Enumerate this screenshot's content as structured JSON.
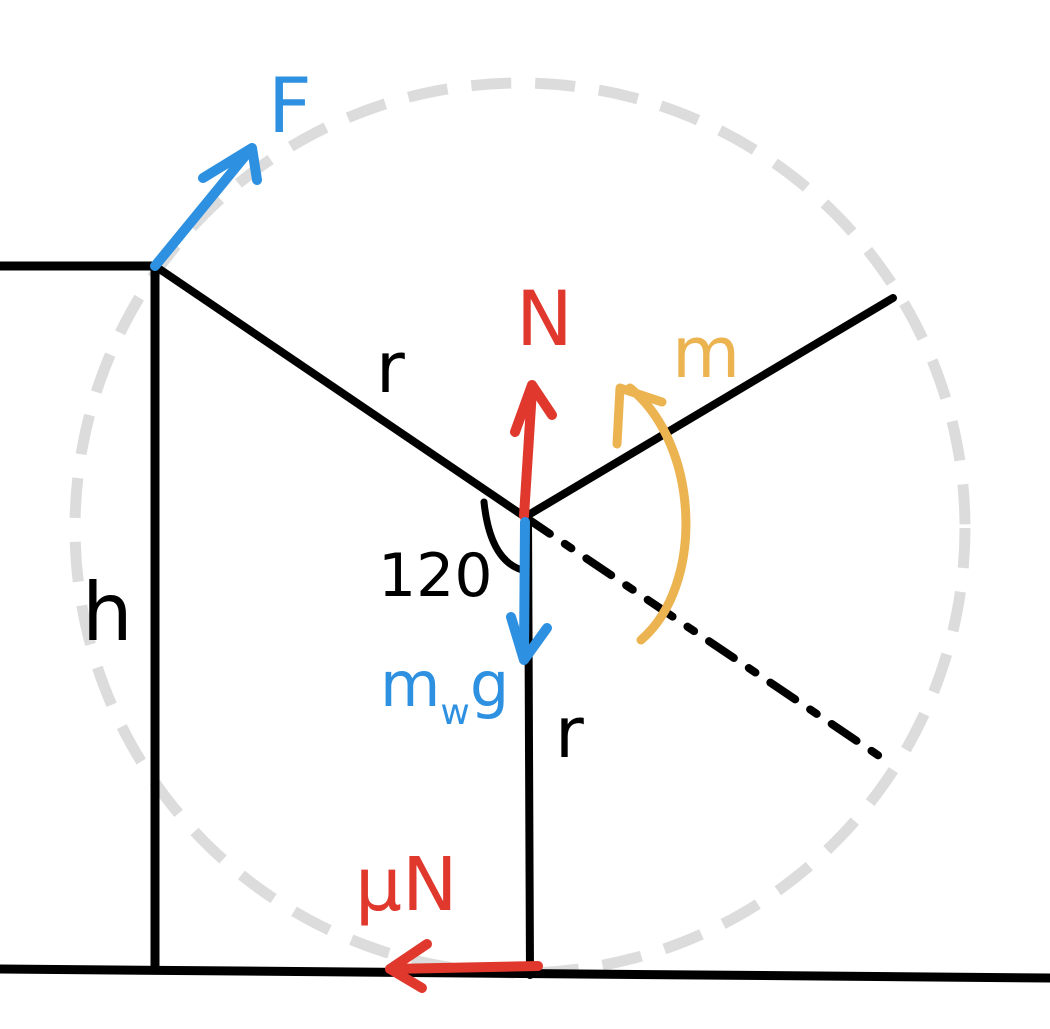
{
  "diagram": {
    "labels": {
      "force": "F",
      "radius_upper": "r",
      "radius_lower": "r",
      "normal": "N",
      "rotation": "m",
      "angle": "120",
      "height": "h",
      "weight_main": "m",
      "weight_sub": "w",
      "weight_tail": "g",
      "friction": "μN"
    },
    "colors": {
      "ink": "#000000",
      "circle": "#dcdcdc",
      "blue": "#2e90e0",
      "red": "#e0382d",
      "orange": "#ecb351"
    }
  }
}
